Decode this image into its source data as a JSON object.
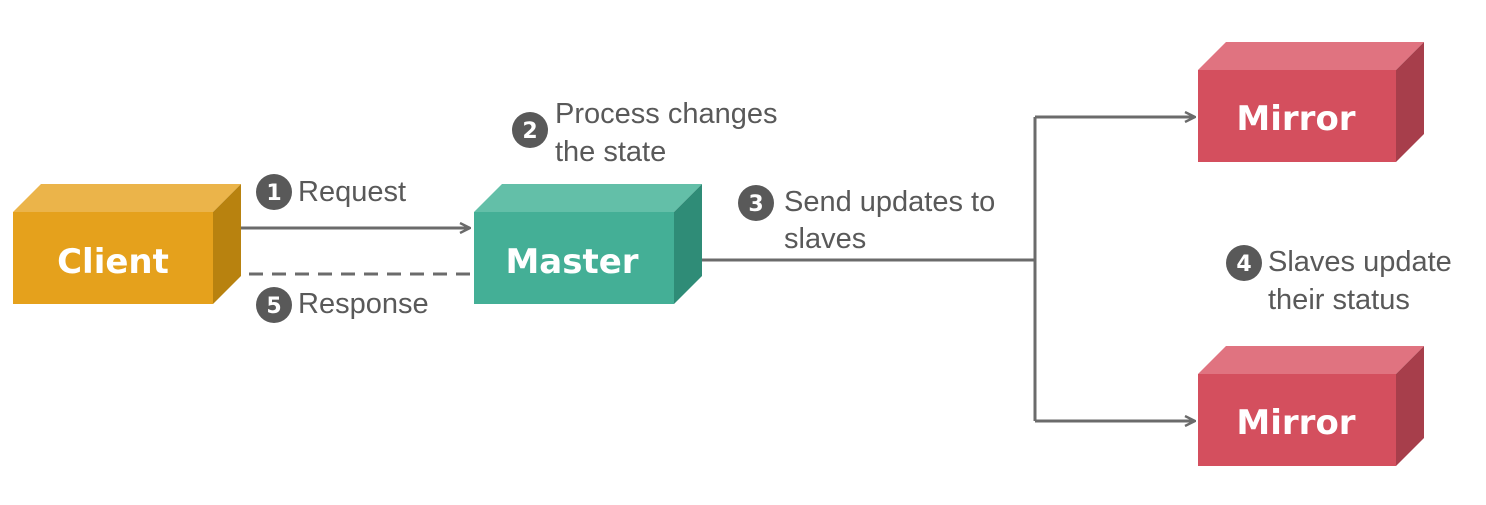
{
  "nodes": {
    "client": {
      "label": "Client",
      "color_front": "#E5A11C",
      "color_top": "#EBB44A",
      "color_side": "#B8820F"
    },
    "master": {
      "label": "Master",
      "color_front": "#44AF96",
      "color_top": "#63BFA8",
      "color_side": "#2F8C77"
    },
    "mirror_top": {
      "label": "Mirror",
      "color_front": "#D44F5E",
      "color_top": "#E07380",
      "color_side": "#A73E4B"
    },
    "mirror_bottom": {
      "label": "Mirror",
      "color_front": "#D44F5E",
      "color_top": "#E07380",
      "color_side": "#A73E4B"
    }
  },
  "steps": [
    {
      "number": "1",
      "lines": [
        "Request"
      ]
    },
    {
      "number": "2",
      "lines": [
        "Process changes",
        "the state"
      ]
    },
    {
      "number": "3",
      "lines": [
        "Send updates to",
        "slaves"
      ]
    },
    {
      "number": "4",
      "lines": [
        "Slaves update",
        "their status"
      ]
    },
    {
      "number": "5",
      "lines": [
        "Response"
      ]
    }
  ],
  "colors": {
    "arrow": "#6B6B6B",
    "badge": "#595959",
    "text": "#595959"
  }
}
